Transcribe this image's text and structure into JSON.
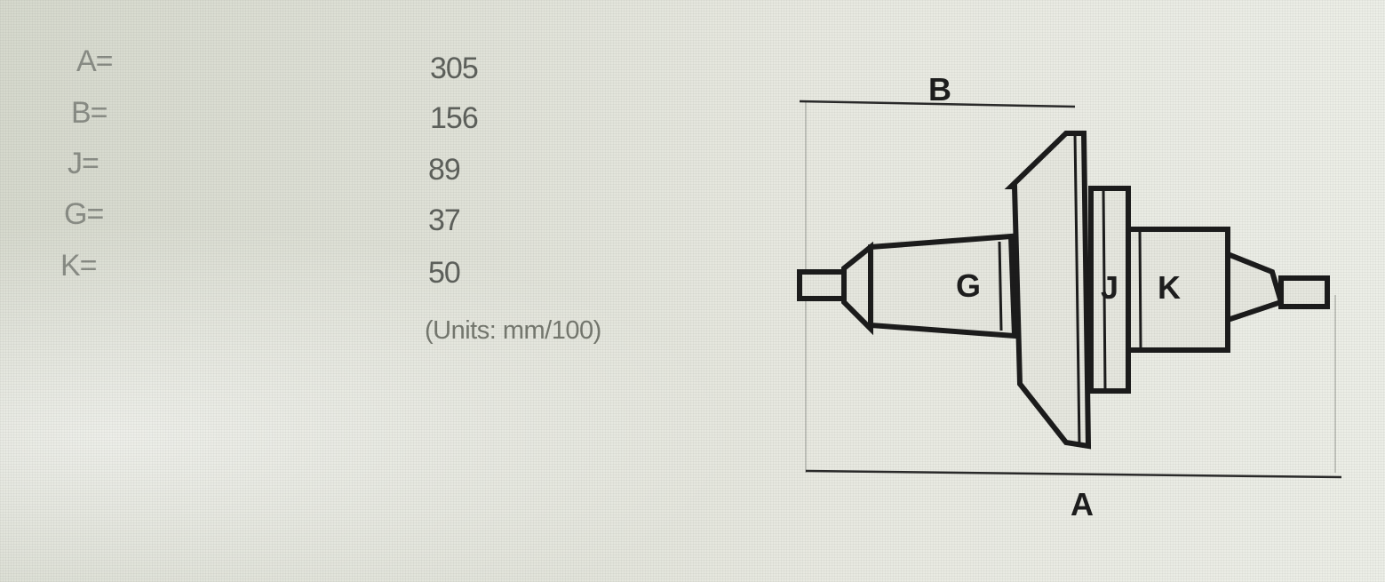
{
  "parameters": [
    {
      "label": "A=",
      "value": "305"
    },
    {
      "label": "B=",
      "value": "156"
    },
    {
      "label": "J=",
      "value": "89"
    },
    {
      "label": "G=",
      "value": "37"
    },
    {
      "label": "K=",
      "value": "50"
    }
  ],
  "units_note": "(Units: mm/100)",
  "diagram": {
    "labels": {
      "A": "A",
      "B": "B",
      "G": "G",
      "J": "J",
      "K": "K"
    }
  }
}
